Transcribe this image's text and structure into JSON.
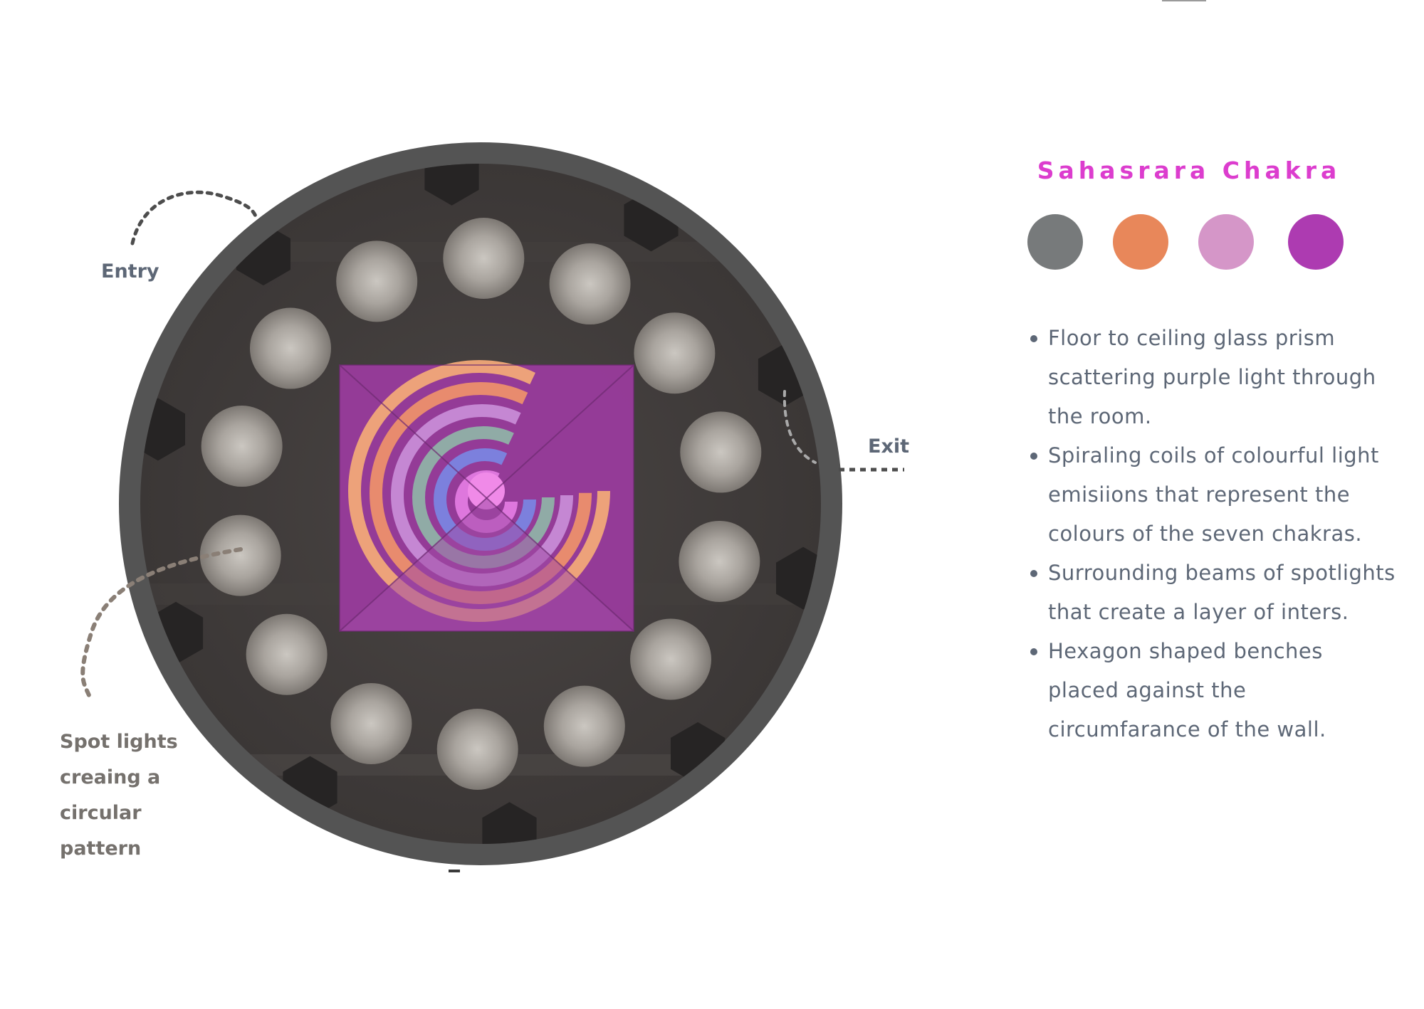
{
  "title": "Sahasrara Chakra",
  "palette": [
    "#777a7b",
    "#e8875a",
    "#d596c8",
    "#ad3bb1"
  ],
  "labels": {
    "entry": "Entry",
    "exit": "Exit",
    "spot_lights": "Spot lights creaing a circular pattern"
  },
  "features": [
    "Floor to ceiling glass prism scattering purple light through the room.",
    "Spiraling coils of colourful light emisiions that represent the colours of the seven chakras.",
    "Surrounding beams of spotlights that create a layer of inters.",
    "Hexagon shaped benches placed against the circumfarance of the wall."
  ],
  "floor_plan": {
    "spotlight_count": 14,
    "bench_count": 10,
    "spiral_colors": [
      "#f1a878",
      "#ec8f6b",
      "#c78bd6",
      "#8fb1a6",
      "#7a84e0",
      "#e17ae0"
    ]
  }
}
